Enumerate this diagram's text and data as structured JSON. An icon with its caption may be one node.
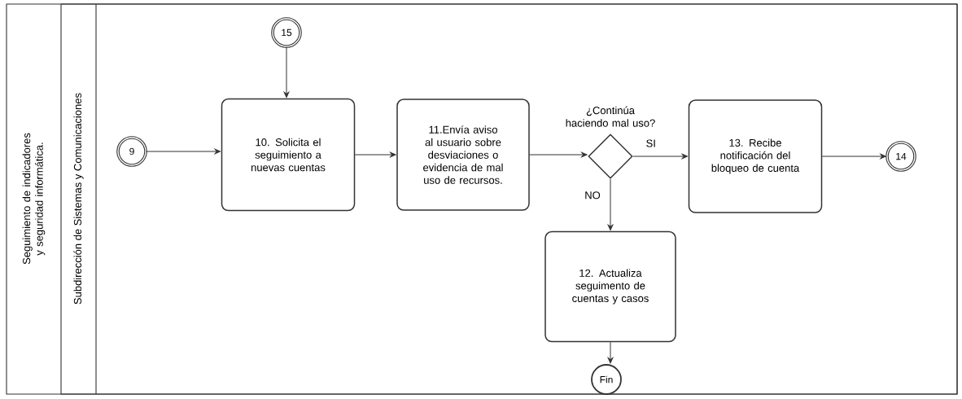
{
  "diagram": {
    "nodes": [
      {
        "text": [
          "Seguimiento de indicadores y seguridad informática."
        ]
      },
      {
        "text": [
          "Subdirección de Sistemas y Comunicaciones"
        ],
        "in": 0
      },
      {
        "text": [
          "9"
        ],
        "in": 1
      },
      {
        "text": [
          "15"
        ],
        "in": 1
      },
      {
        "text": [
          "10. Solicita el seguimiento a nuevas cuentas"
        ],
        "in": 1
      },
      {
        "text": [
          "11.Envía aviso al usuario sobre desviaciones o evidencia de mal uso de recursos."
        ],
        "in": 1
      },
      {
        "text": [
          "¿Continúa haciendo mal uso?"
        ],
        "in": 1
      },
      {
        "text": [
          "13. Recibe notificación del bloqueo de cuenta"
        ],
        "in": 1
      },
      {
        "text": [
          "14"
        ],
        "in": 1
      },
      {
        "text": [
          "12. Actualiza seguimento de cuentas y casos"
        ],
        "in": 1
      },
      {
        "text": [
          "Fin"
        ],
        "in": 1
      }
    ],
    "edges": [
      {
        "from": 2,
        "to": 4,
        "arrow": "to"
      },
      {
        "from": 3,
        "to": 4,
        "arrow": "to"
      },
      {
        "from": 4,
        "to": 5,
        "arrow": "to"
      },
      {
        "from": 5,
        "to": 6,
        "arrow": "to"
      },
      {
        "from": 6,
        "to": 7,
        "arrow": "to",
        "label": "SI"
      },
      {
        "from": 7,
        "to": 8,
        "arrow": "to"
      },
      {
        "from": 6,
        "to": 9,
        "arrow": "to",
        "label": "NO"
      },
      {
        "from": 9,
        "to": 10,
        "arrow": "to"
      }
    ]
  }
}
